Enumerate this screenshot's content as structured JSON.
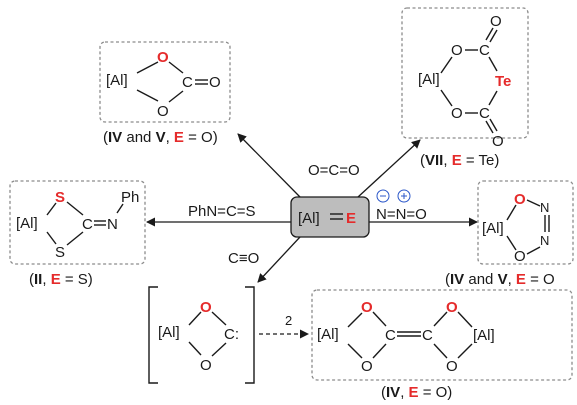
{
  "center": {
    "al": "[Al]",
    "dbl": "=",
    "e": "E"
  },
  "reagents": {
    "co2": "O=C=O",
    "phncs": "PhN=C=S",
    "n2o": "N=N=O",
    "minus": "⊖",
    "plus": "⊕",
    "co": "C≡O",
    "dimer_factor": "2"
  },
  "atoms": {
    "al": "[Al]",
    "o": "O",
    "c": "C",
    "s": "S",
    "n": "N",
    "ph": "Ph",
    "te": "Te",
    "c_carbene": "C:"
  },
  "captions": {
    "top_left": {
      "open": "(",
      "b1": "IV",
      "mid": " and ",
      "b2": "V",
      "sep": ", ",
      "e": "E",
      "eq": " = O)"
    },
    "top_right": {
      "open": "(",
      "b1": "VII",
      "sep": ", ",
      "e": "E",
      "eq": " = Te)"
    },
    "left": {
      "open": "(",
      "b1": "II",
      "sep": ", ",
      "e": "E",
      "eq": " = S)"
    },
    "right": {
      "open": "(",
      "b1": "IV",
      "mid": " and ",
      "b2": "V",
      "sep": ", ",
      "e": "E",
      "eq": " = O"
    },
    "bottom": {
      "open": "(",
      "b1": "IV",
      "sep": ", ",
      "e": "E",
      "eq": " = O)"
    }
  },
  "colors": {
    "heteroatom_red": "#e52b2b",
    "center_box": "#bdbdbd",
    "ion_blue": "#2b57c9"
  }
}
